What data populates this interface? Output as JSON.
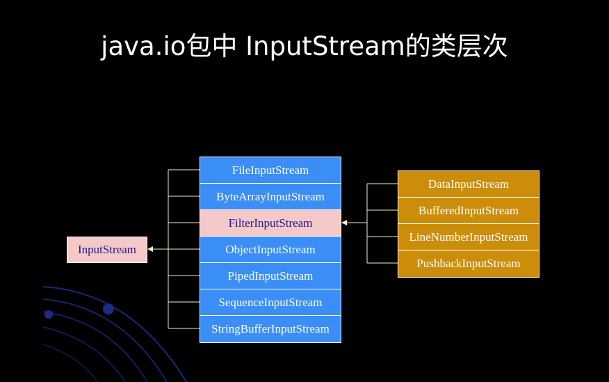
{
  "slide": {
    "title": "java.io包中 InputStream的类层次"
  },
  "diagram": {
    "root": {
      "label": "InputStream"
    },
    "direct_subclasses": [
      {
        "label": "FileInputStream",
        "highlight": false
      },
      {
        "label": "ByteArrayInputStream",
        "highlight": false
      },
      {
        "label": "FilterInputStream",
        "highlight": true
      },
      {
        "label": "ObjectInputStream",
        "highlight": false
      },
      {
        "label": "PipedInputStream",
        "highlight": false
      },
      {
        "label": "SequenceInputStream",
        "highlight": false
      },
      {
        "label": "StringBufferInputStream",
        "highlight": false
      }
    ],
    "filter_subclasses": [
      {
        "label": "DataInputStream"
      },
      {
        "label": "BufferedInputStream"
      },
      {
        "label": "LineNumberInputStream"
      },
      {
        "label": "PushbackInputStream"
      }
    ]
  },
  "colors": {
    "background": "#000000",
    "subclass_fill": "#3a8ef6",
    "highlight_fill": "#f6c9c9",
    "filter_subclass_fill": "#cc8d0a",
    "connector": "#f5f0c8",
    "swirl": "#1c2a8a"
  }
}
